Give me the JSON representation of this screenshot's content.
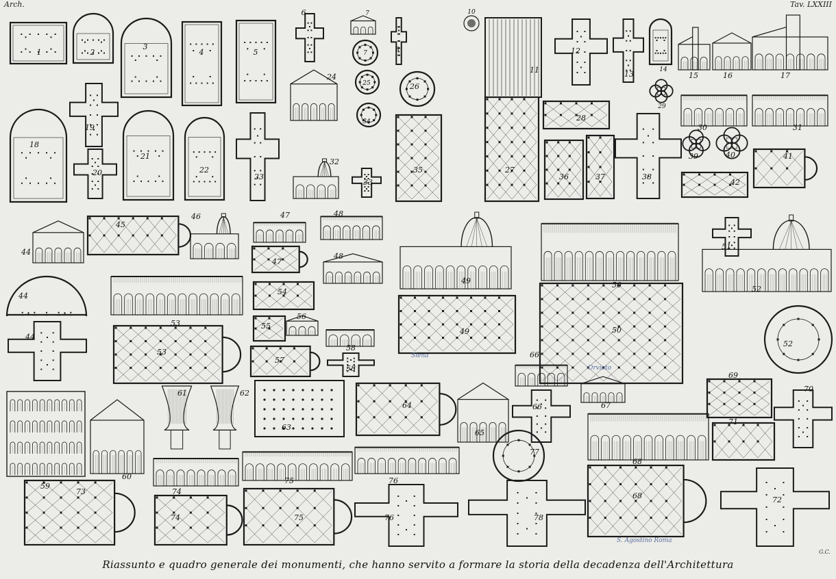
{
  "plate": {
    "header_left": "Arch.",
    "header_right": "Tav. LXXIII",
    "caption": "Riassunto e quadro generale dei monumenti, che hanno servito a formare la storia della decadenza dell'Architettura",
    "engraver": "G.C.",
    "handwritten_notes": [
      "Siena",
      "Orvieto",
      "S. Agostino Roma"
    ]
  },
  "figures": [
    {
      "id": "f1",
      "type": "plan",
      "label": "1"
    },
    {
      "id": "f2",
      "type": "plan",
      "label": "2"
    },
    {
      "id": "f3",
      "type": "plan",
      "label": "3"
    },
    {
      "id": "f4",
      "type": "plan",
      "label": "4"
    },
    {
      "id": "f5",
      "type": "plan",
      "label": "5"
    },
    {
      "id": "f6",
      "type": "plan",
      "label": "6"
    },
    {
      "id": "f7",
      "type": "elevation",
      "label": "7"
    },
    {
      "id": "f7b",
      "type": "plan",
      "label": "7"
    },
    {
      "id": "f8",
      "type": "plan",
      "label": "8"
    },
    {
      "id": "f10",
      "type": "detail",
      "label": "10"
    },
    {
      "id": "f11",
      "type": "plan",
      "label": "11"
    },
    {
      "id": "f12",
      "type": "plan",
      "label": "12"
    },
    {
      "id": "f13",
      "type": "plan",
      "label": "13"
    },
    {
      "id": "f14",
      "type": "plan",
      "label": "14"
    },
    {
      "id": "f15",
      "type": "elevation",
      "label": "15"
    },
    {
      "id": "f16",
      "type": "elevation",
      "label": "16"
    },
    {
      "id": "f17",
      "type": "elevation",
      "label": "17"
    },
    {
      "id": "f18",
      "type": "plan",
      "label": "18"
    },
    {
      "id": "f19",
      "type": "plan",
      "label": "19"
    },
    {
      "id": "f20",
      "type": "plan",
      "label": "20"
    },
    {
      "id": "f21",
      "type": "plan",
      "label": "21"
    },
    {
      "id": "f22",
      "type": "plan",
      "label": "22"
    },
    {
      "id": "f23",
      "type": "plan",
      "label": "23"
    },
    {
      "id": "f24",
      "type": "elevation",
      "label": "24"
    },
    {
      "id": "f25",
      "type": "plan",
      "label": "25"
    },
    {
      "id": "f26",
      "type": "plan",
      "label": "26"
    },
    {
      "id": "f27",
      "type": "plan",
      "label": "27"
    },
    {
      "id": "f28",
      "type": "plan",
      "label": "28"
    },
    {
      "id": "f29",
      "type": "plan",
      "label": "29"
    },
    {
      "id": "f30",
      "type": "section",
      "label": "30"
    },
    {
      "id": "f31",
      "type": "section",
      "label": "31"
    },
    {
      "id": "f32",
      "type": "section",
      "label": "32"
    },
    {
      "id": "f33",
      "type": "plan",
      "label": "33"
    },
    {
      "id": "f34",
      "type": "plan",
      "label": "34"
    },
    {
      "id": "f35",
      "type": "plan",
      "label": "35"
    },
    {
      "id": "f36",
      "type": "plan",
      "label": "36"
    },
    {
      "id": "f37",
      "type": "plan",
      "label": "37"
    },
    {
      "id": "f38",
      "type": "plan",
      "label": "38"
    },
    {
      "id": "f39",
      "type": "plan",
      "label": "39"
    },
    {
      "id": "f40",
      "type": "plan",
      "label": "40"
    },
    {
      "id": "f41",
      "type": "plan",
      "label": "41"
    },
    {
      "id": "f42",
      "type": "plan",
      "label": "42"
    },
    {
      "id": "f44",
      "type": "elevation",
      "label": "44"
    },
    {
      "id": "f44b",
      "type": "plan",
      "label": "44"
    },
    {
      "id": "f44c",
      "type": "plan",
      "label": "44"
    },
    {
      "id": "f45",
      "type": "plan",
      "label": "45"
    },
    {
      "id": "f46",
      "type": "section",
      "label": "46"
    },
    {
      "id": "f47",
      "type": "section",
      "label": "47"
    },
    {
      "id": "f47b",
      "type": "plan",
      "label": "47"
    },
    {
      "id": "f48",
      "type": "section",
      "label": "48"
    },
    {
      "id": "f48b",
      "type": "elevation",
      "label": "48"
    },
    {
      "id": "f49",
      "type": "section",
      "label": "49"
    },
    {
      "id": "f49b",
      "type": "plan",
      "label": "49"
    },
    {
      "id": "f50",
      "type": "section",
      "label": "50"
    },
    {
      "id": "f50b",
      "type": "plan",
      "label": "50"
    },
    {
      "id": "f51",
      "type": "plan",
      "label": "51"
    },
    {
      "id": "f52",
      "type": "elevation",
      "label": "52"
    },
    {
      "id": "f52b",
      "type": "plan",
      "label": "52"
    },
    {
      "id": "f53",
      "type": "section",
      "label": "53"
    },
    {
      "id": "f53b",
      "type": "plan",
      "label": "53"
    },
    {
      "id": "f54",
      "type": "plan",
      "label": "54"
    },
    {
      "id": "f55",
      "type": "plan",
      "label": "55"
    },
    {
      "id": "f56",
      "type": "elevation",
      "label": "56"
    },
    {
      "id": "f57",
      "type": "plan",
      "label": "57"
    },
    {
      "id": "f58",
      "type": "elevation",
      "label": "58"
    },
    {
      "id": "f58b",
      "type": "plan",
      "label": "58"
    },
    {
      "id": "f59",
      "type": "elevation",
      "label": "59"
    },
    {
      "id": "f60",
      "type": "elevation",
      "label": "60"
    },
    {
      "id": "f61",
      "type": "detail",
      "label": "61"
    },
    {
      "id": "f62",
      "type": "detail",
      "label": "62"
    },
    {
      "id": "f63",
      "type": "plan",
      "label": "63"
    },
    {
      "id": "f64",
      "type": "plan",
      "label": "64"
    },
    {
      "id": "f65",
      "type": "elevation",
      "label": "65"
    },
    {
      "id": "f66",
      "type": "elevation",
      "label": "66"
    },
    {
      "id": "f66b",
      "type": "plan",
      "label": "66"
    },
    {
      "id": "f67",
      "type": "elevation",
      "label": "67"
    },
    {
      "id": "f68",
      "type": "section",
      "label": "68"
    },
    {
      "id": "f68b",
      "type": "plan",
      "label": "68"
    },
    {
      "id": "f69",
      "type": "plan",
      "label": "69"
    },
    {
      "id": "f70",
      "type": "plan",
      "label": "70"
    },
    {
      "id": "f71",
      "type": "plan",
      "label": "71"
    },
    {
      "id": "f72",
      "type": "plan",
      "label": "72"
    },
    {
      "id": "f73",
      "type": "plan",
      "label": "73"
    },
    {
      "id": "f74",
      "type": "section",
      "label": "74"
    },
    {
      "id": "f74b",
      "type": "plan",
      "label": "74"
    },
    {
      "id": "f75",
      "type": "section",
      "label": "75"
    },
    {
      "id": "f75b",
      "type": "plan",
      "label": "75"
    },
    {
      "id": "f76",
      "type": "section",
      "label": "76"
    },
    {
      "id": "f76b",
      "type": "plan",
      "label": "76"
    },
    {
      "id": "f77",
      "type": "plan",
      "label": "77"
    },
    {
      "id": "f78",
      "type": "plan",
      "label": "78"
    }
  ]
}
